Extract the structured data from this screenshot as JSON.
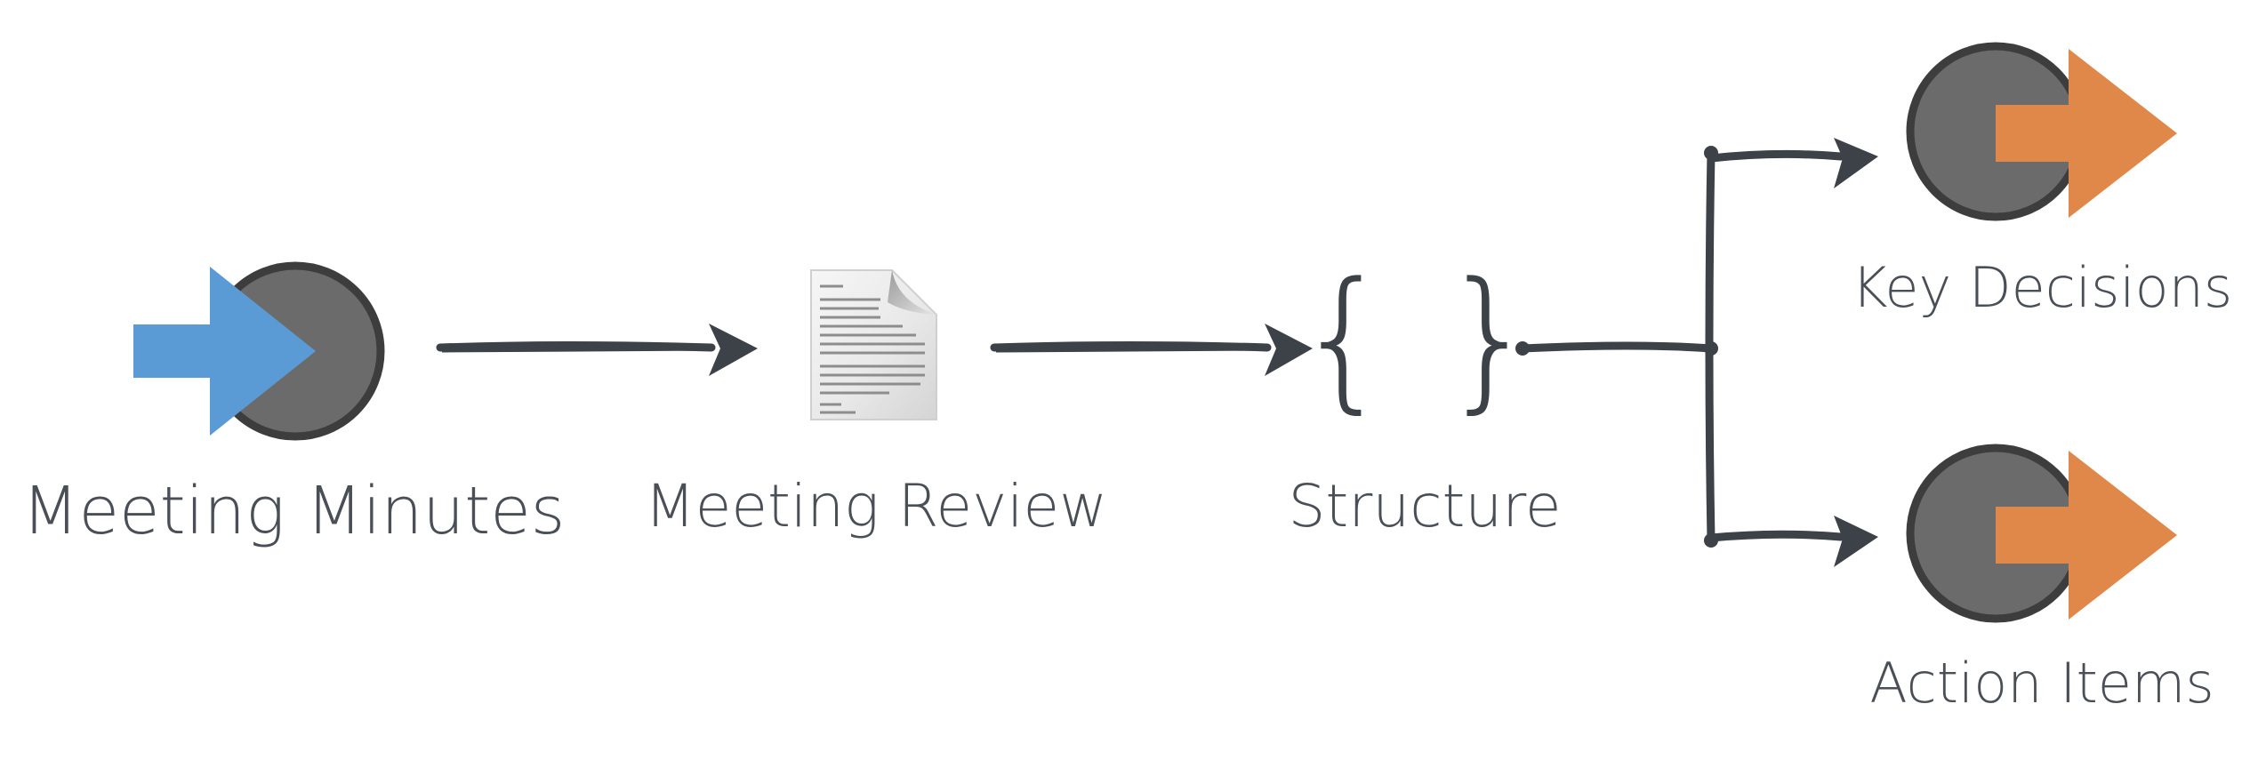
{
  "nodes": {
    "meeting_minutes": {
      "label": "Meeting Minutes"
    },
    "meeting_review": {
      "label": "Meeting Review"
    },
    "structure": {
      "label": "Structure",
      "symbol": "{ }"
    },
    "key_decisions": {
      "label": "Key Decisions"
    },
    "action_items": {
      "label": "Action Items"
    }
  },
  "icons": {
    "input_icon": "circle-with-arrow-in-icon",
    "document_icon": "document-icon",
    "braces_icon": "curly-braces-icon",
    "output_icon": "circle-with-arrow-out-icon"
  },
  "colors": {
    "input_arrow": "#5b9bd5",
    "output_arrow": "#e0874a",
    "circle_fill": "#6b6b6b",
    "circle_stroke": "#3d3d3d",
    "connector": "#3d4248",
    "text": "#4a4f57"
  }
}
